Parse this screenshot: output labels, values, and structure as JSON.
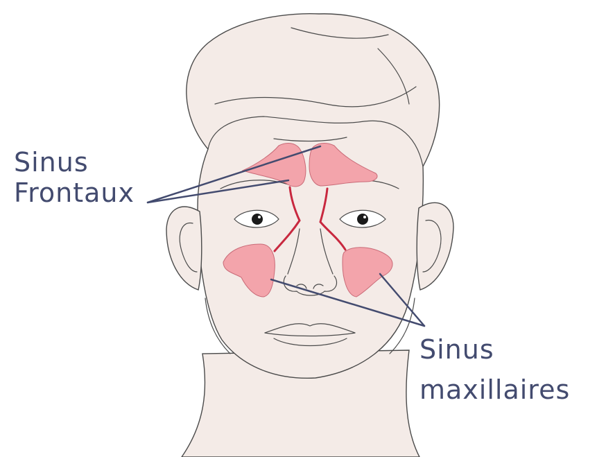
{
  "colors": {
    "skin": "#f4ebe7",
    "outline": "#4a4a4a",
    "sinus_fill": "#f3a4ab",
    "sinus_stroke": "#c96a77",
    "duct": "#c8283f",
    "label_text": "#434b6f",
    "pointer_line": "#434b6f"
  },
  "labels": {
    "frontal": {
      "line1": "Sinus",
      "line2": "Frontaux"
    },
    "maxillary": {
      "line1": "Sinus",
      "line2": "maxillaires"
    }
  },
  "icons": {
    "face": "face-outline-icon",
    "frontal_sinus": "frontal-sinus-icon",
    "maxillary_sinus": "maxillary-sinus-icon"
  }
}
